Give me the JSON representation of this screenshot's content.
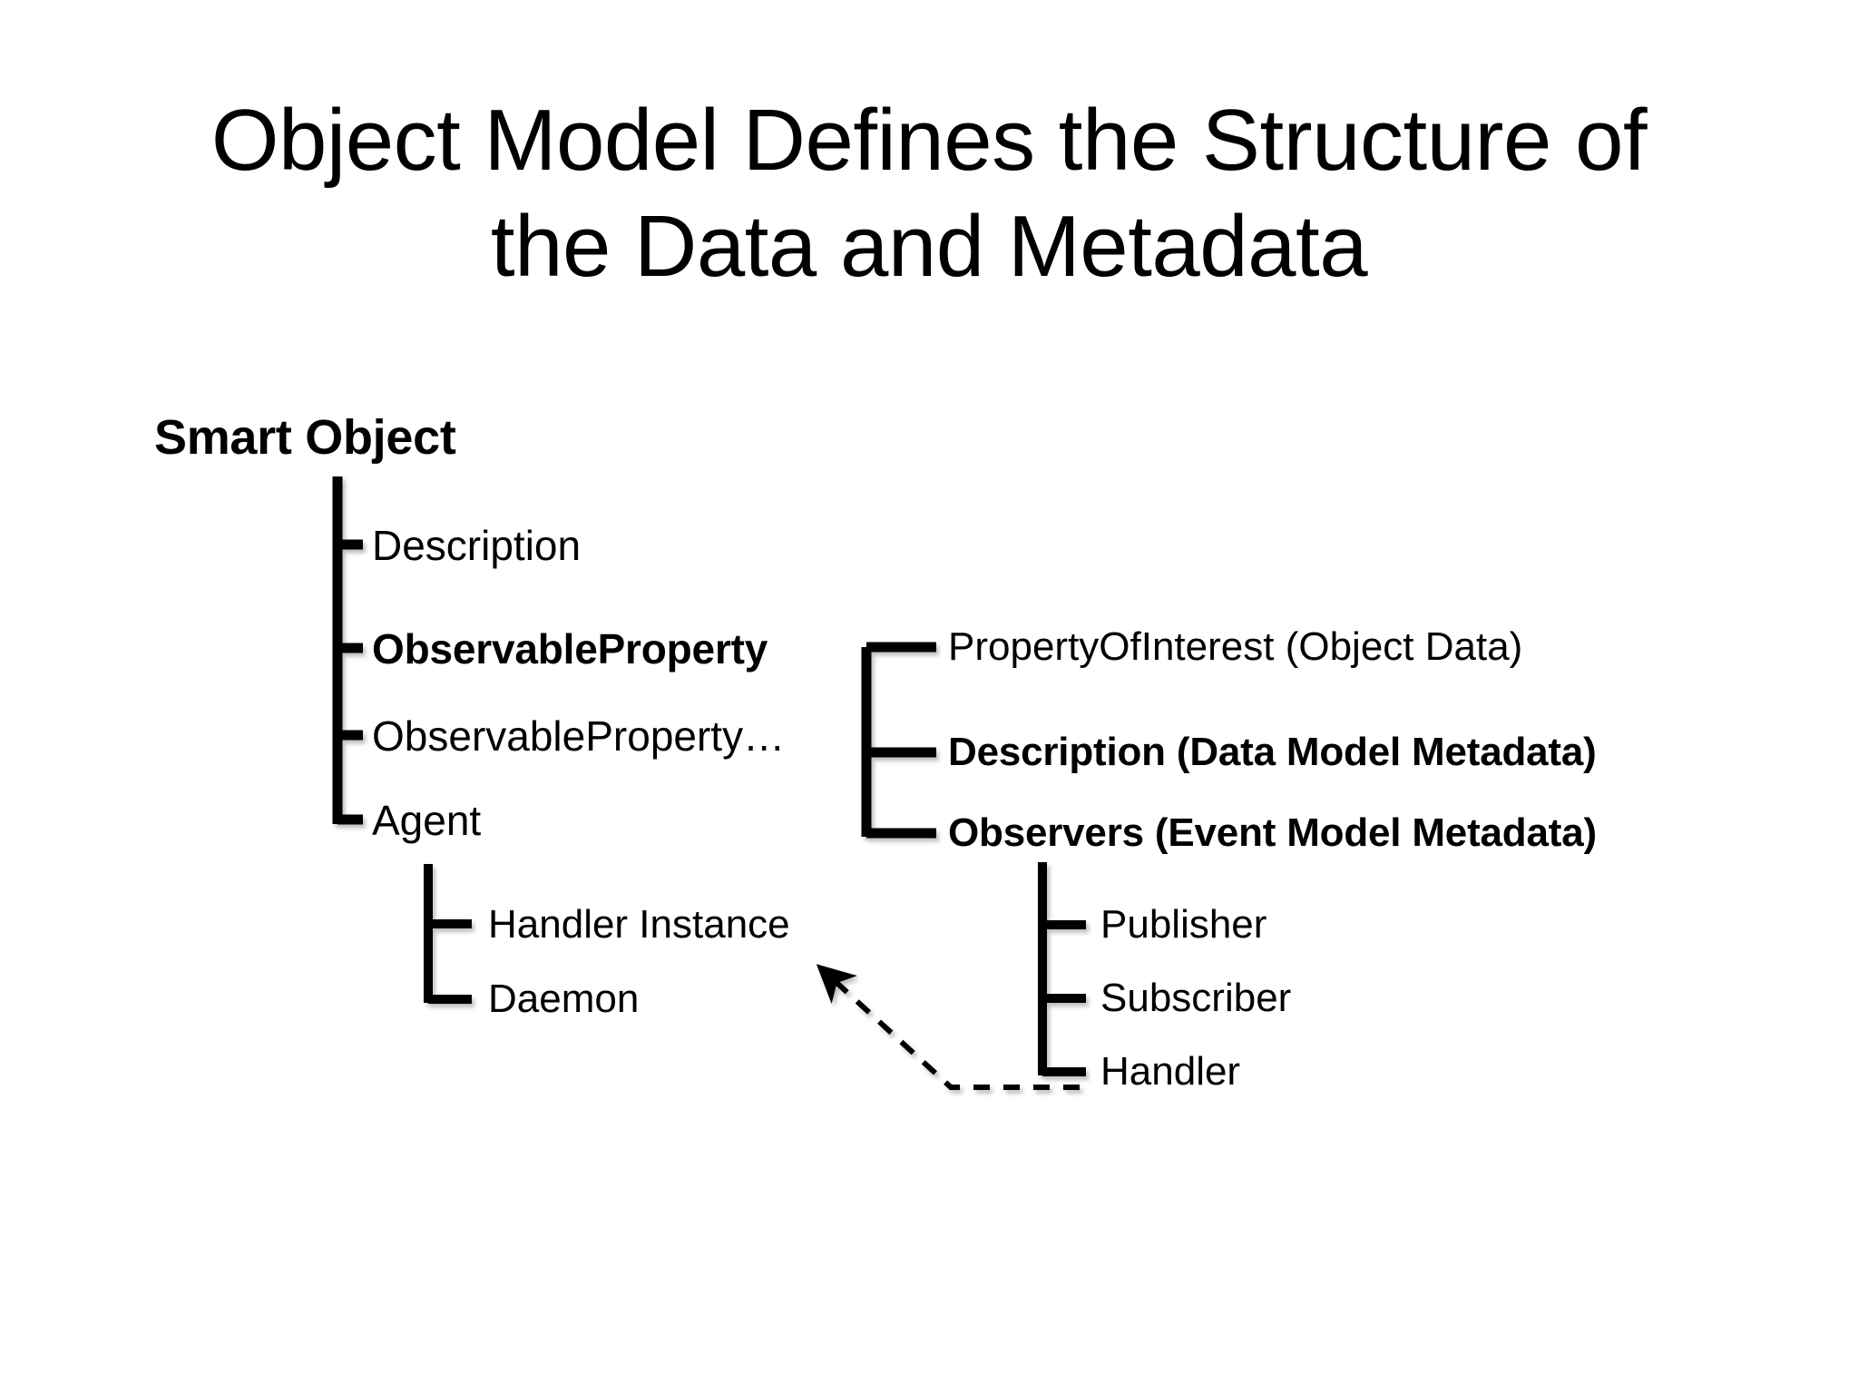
{
  "slide": {
    "background_color": "#ffffff",
    "text_color": "#000000",
    "title": {
      "line1": "Object Model Defines the Structure of",
      "line2": "the Data and Metadata"
    }
  },
  "diagram": {
    "type": "tree",
    "root": {
      "label": "Smart Object",
      "bold": true
    },
    "nodes": {
      "description": {
        "label": "Description",
        "bold": false
      },
      "observable_property": {
        "label": "ObservableProperty",
        "bold": true
      },
      "observable_property_more": {
        "label": "ObservableProperty…",
        "bold": false
      },
      "agent": {
        "label": "Agent",
        "bold": false
      },
      "handler_instance": {
        "label": "Handler Instance",
        "bold": false
      },
      "daemon": {
        "label": "Daemon",
        "bold": false
      },
      "property_of_interest": {
        "label": "PropertyOfInterest (Object Data)",
        "bold": false
      },
      "description_data_model": {
        "label": "Description (Data Model Metadata)",
        "bold": true
      },
      "observers_event_model": {
        "label": "Observers (Event Model Metadata)",
        "bold": true
      },
      "publisher": {
        "label": "Publisher",
        "bold": false
      },
      "subscriber": {
        "label": "Subscriber",
        "bold": false
      },
      "handler": {
        "label": "Handler",
        "bold": false
      }
    },
    "connector_color": "#000000",
    "annotation": {
      "name": "handler-link-arrow",
      "style": "dashed-arrow",
      "from": "handler",
      "to": "handler_instance"
    }
  }
}
